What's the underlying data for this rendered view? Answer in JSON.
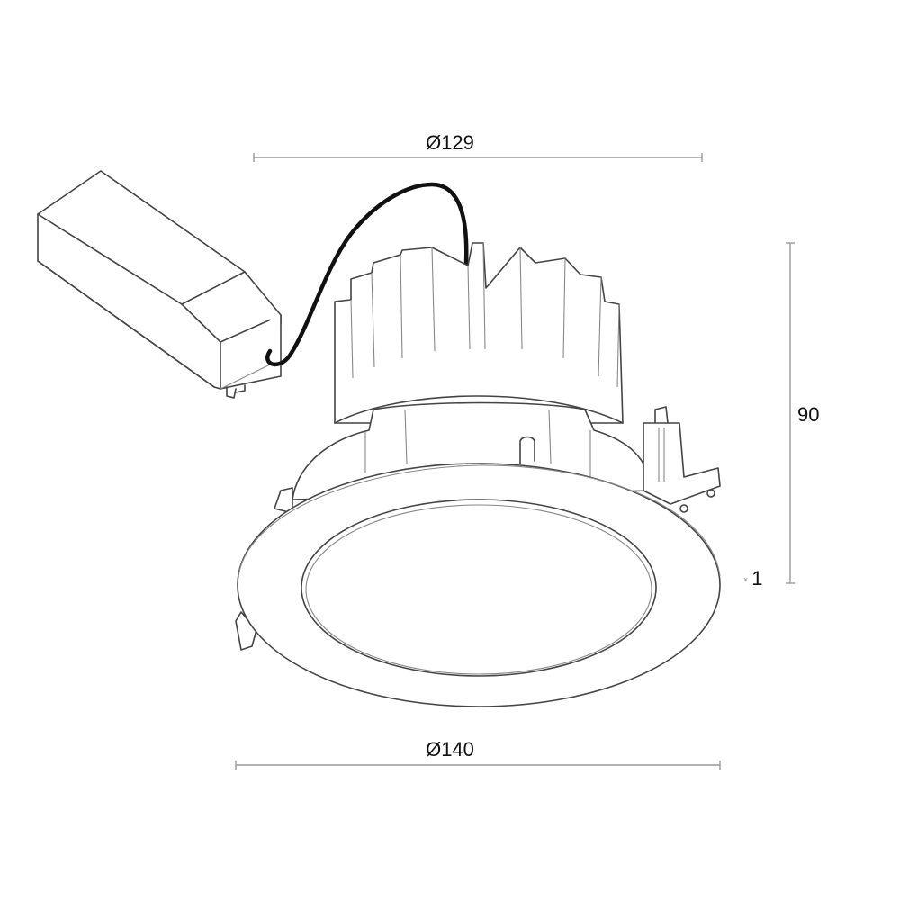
{
  "drawing": {
    "subject": "recessed LED downlight with remote driver",
    "components": [
      "driver-box",
      "connection-cable",
      "heatsink",
      "housing",
      "spring-clip",
      "trim-ring",
      "diffuser-lens"
    ],
    "line_color": "#444444",
    "cable_color": "#111111",
    "dimension_line_color": "#999999"
  },
  "dimensions": {
    "top_diameter": {
      "label": "Ø129",
      "value": 129,
      "unit": "mm",
      "type": "diameter"
    },
    "bottom_diameter": {
      "label": "Ø140",
      "value": 140,
      "unit": "mm",
      "type": "diameter"
    },
    "height": {
      "label": "90",
      "value": 90,
      "unit": "mm",
      "type": "linear"
    },
    "trim_thickness": {
      "label": "1",
      "value": 1,
      "unit": "mm",
      "type": "linear",
      "marker": "×"
    }
  }
}
